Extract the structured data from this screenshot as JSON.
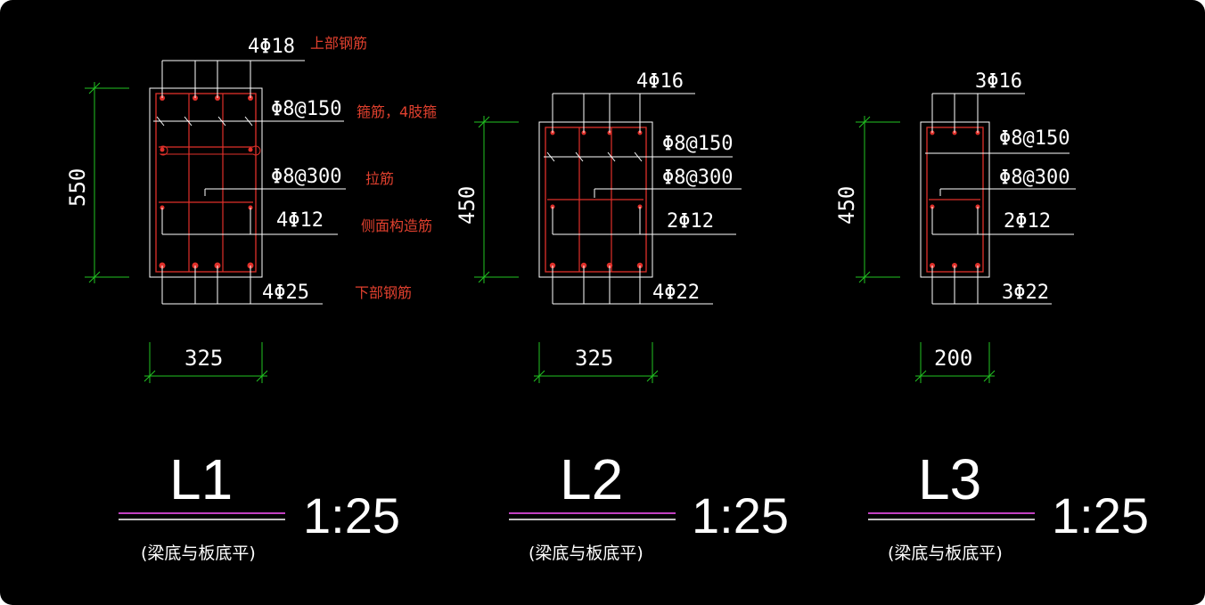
{
  "colors": {
    "background": "#000000",
    "outline": "#ffffff",
    "rebar": "#e0302a",
    "dimension": "#22c322",
    "leader": "#ffffff",
    "annotation": "#e0402e",
    "title_line": "#ff55ff"
  },
  "sections": [
    {
      "id": "L1",
      "name": "L1",
      "scale": "1:25",
      "note": "(梁底与板底平)",
      "height_dim": "550",
      "width_dim": "325",
      "top_bars": "4Φ18",
      "stirrups": "Φ8@150",
      "ties": "Φ8@300",
      "side_bars": "4Φ12",
      "bottom_bars": "4Φ25"
    },
    {
      "id": "L2",
      "name": "L2",
      "scale": "1:25",
      "note": "(梁底与板底平)",
      "height_dim": "450",
      "width_dim": "325",
      "top_bars": "4Φ16",
      "stirrups": "Φ8@150",
      "ties": "Φ8@300",
      "side_bars": "2Φ12",
      "bottom_bars": "4Φ22"
    },
    {
      "id": "L3",
      "name": "L3",
      "scale": "1:25",
      "note": "(梁底与板底平)",
      "height_dim": "450",
      "width_dim": "200",
      "top_bars": "3Φ16",
      "stirrups": "Φ8@150",
      "ties": "Φ8@300",
      "side_bars": "2Φ12",
      "bottom_bars": "3Φ22"
    }
  ],
  "annotations": {
    "top": "上部钢筋",
    "stirrup": "箍筋，4肢箍",
    "tie": "拉筋",
    "side": "侧面构造筋",
    "bottom": "下部钢筋"
  }
}
